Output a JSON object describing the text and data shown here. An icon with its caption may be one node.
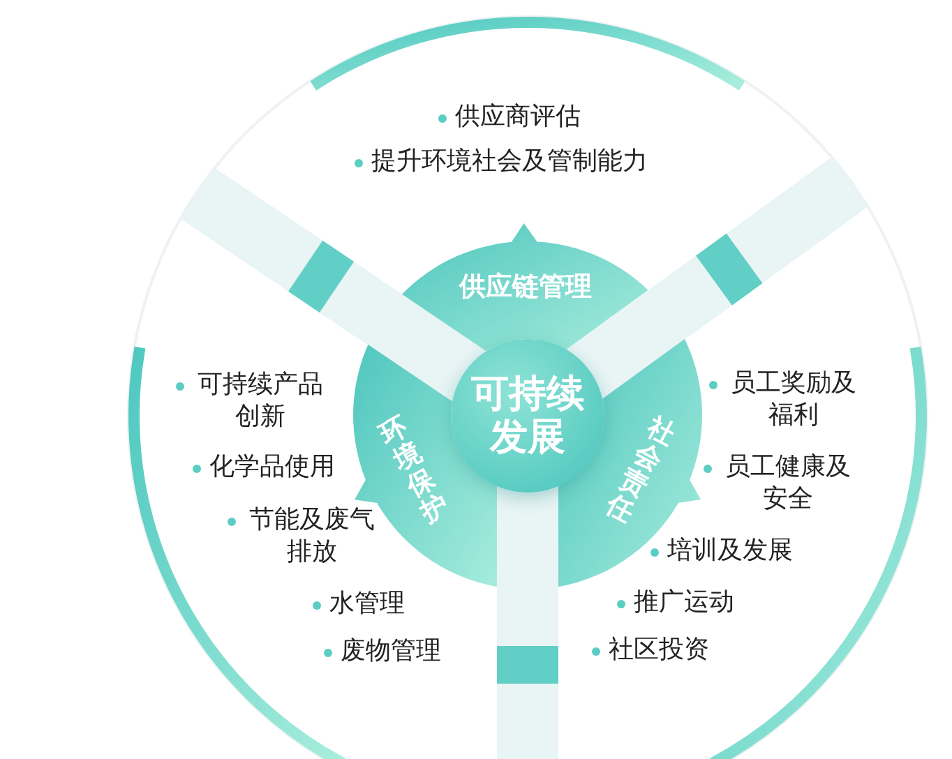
{
  "diagram": {
    "nodes": [
      {
        "text": [
          "可持续发展"
        ]
      },
      {
        "text": [
          "供应链管理"
        ]
      },
      {
        "text": [
          "环境保护"
        ]
      },
      {
        "text": [
          "社会责任"
        ]
      }
    ],
    "labels": [
      "供应商评估",
      "提升环境社会及管制能力",
      "可持续产品创新",
      "化学品使用",
      "节能及废气排放",
      "水管理",
      "废物管理",
      "员工奖励及福利",
      "员工健康及安全",
      "培训及发展",
      "推广运动",
      "社区投资"
    ]
  }
}
